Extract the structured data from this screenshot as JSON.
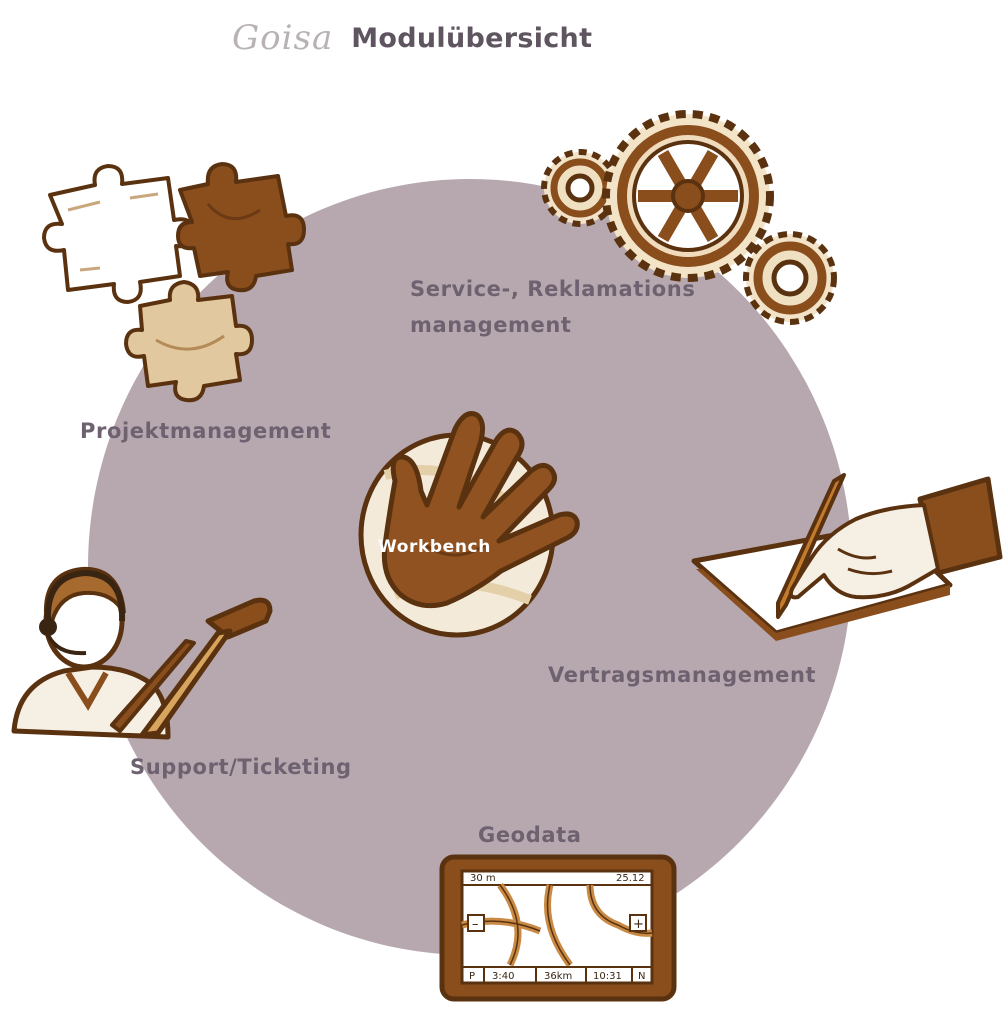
{
  "header": {
    "logo_text": "Goisa",
    "title": "Modulübersicht"
  },
  "colors": {
    "disc": "#b7a8b0",
    "brown": "#8a4e1d",
    "brown_dark": "#5b3210",
    "tan": "#e9d3b0",
    "label": "#6e6270"
  },
  "diagram": {
    "center": {
      "label": "Workbench",
      "icon": "hand-icon"
    },
    "modules": [
      {
        "id": "projekt",
        "label": "Projektmanagement",
        "icon": "puzzle-icon"
      },
      {
        "id": "service",
        "label_line1": "Service-, Reklamations",
        "label_line2": "management",
        "icon": "gears-icon"
      },
      {
        "id": "vertrag",
        "label": "Vertragsmanagement",
        "icon": "writing-hand-icon"
      },
      {
        "id": "geo",
        "label": "Geodata",
        "icon": "tablet-map-icon"
      },
      {
        "id": "support",
        "label": "Support/Ticketing",
        "icon": "support-agent-icon"
      }
    ]
  },
  "tablet": {
    "top_left": "30 m",
    "top_right": "25.12",
    "zoom_minus": "–",
    "zoom_plus": "+",
    "bottom_labels": [
      "P",
      "3:40",
      "36km",
      "10:31",
      "N"
    ]
  }
}
